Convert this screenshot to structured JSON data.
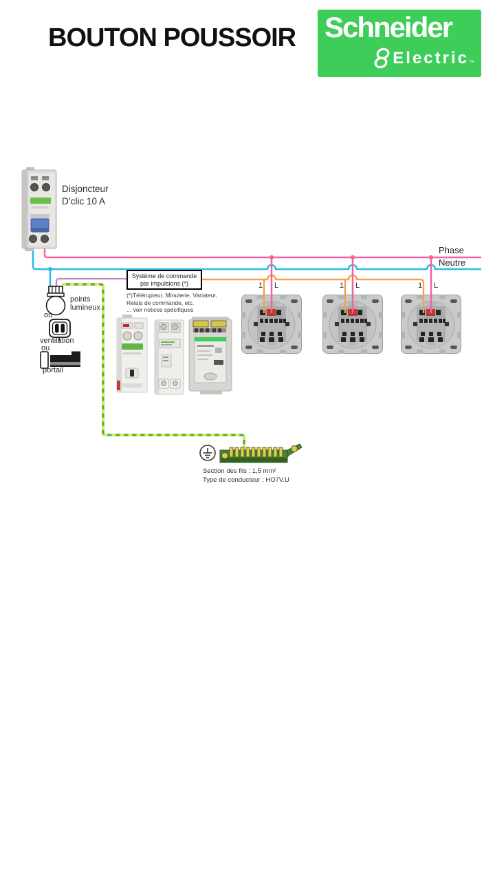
{
  "header": {
    "title": "BOUTON POUSSOIR",
    "logo": {
      "brand": "Schneider",
      "sub": "Electric",
      "tm": "™"
    }
  },
  "colors": {
    "brand_green": "#3dcd58",
    "phase_pink": "#f4619f",
    "neutral_cyan": "#2fb9ea",
    "command_orange": "#f5a04a",
    "return_purple": "#c286c6",
    "earth_green": "#56b13c",
    "earth_yellow": "#eae74e",
    "terminal_red": "#c0392b"
  },
  "breaker": {
    "label1": "Disjoncteur",
    "label2": "D’clic 10 A"
  },
  "lines": {
    "phase_label": "Phase",
    "neutral_label": "Neutre"
  },
  "control_box": {
    "line1": "Système de commande",
    "line2": "par impulsions (*)"
  },
  "footnote": [
    "(*)Télérupteur, Minuterie, Variateur,",
    "Relais de commande, etc.",
    "... voir notices spécifiques"
  ],
  "loads": {
    "load1": "points lumineux",
    "or1": "ou",
    "load2": "ventilation",
    "or2": "ou",
    "load3": "portail"
  },
  "push_buttons": [
    {
      "t1": "1",
      "tl": "L"
    },
    {
      "t1": "1",
      "tl": "L"
    },
    {
      "t1": "1",
      "tl": "L"
    }
  ],
  "earth": {
    "spec1": "Section des fils : 1,5 mm²",
    "spec2": "Type de conducteur : HO7V.U"
  }
}
